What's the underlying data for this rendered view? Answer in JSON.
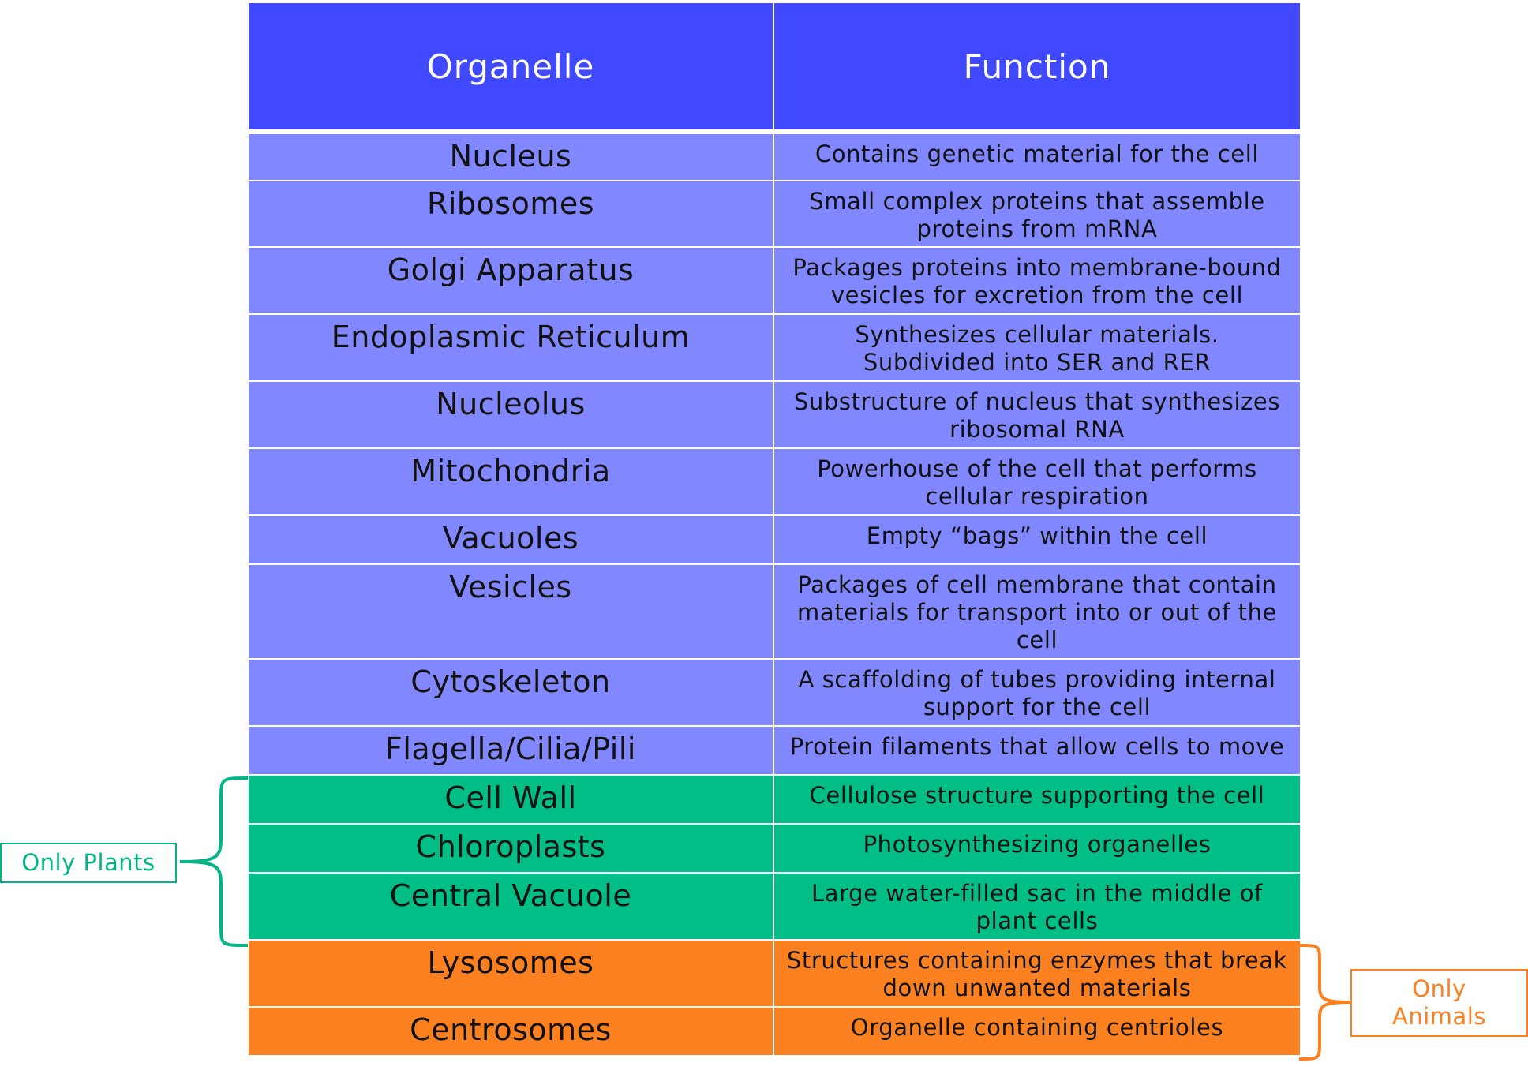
{
  "table": {
    "headers": {
      "organelle": "Organelle",
      "function": "Function"
    },
    "rows": [
      {
        "organelle": "Nucleus",
        "function": "Contains genetic material for the cell",
        "group": "general"
      },
      {
        "organelle": "Ribosomes",
        "function": "Small complex proteins that assemble proteins from mRNA",
        "group": "general"
      },
      {
        "organelle": "Golgi Apparatus",
        "function": "Packages proteins into membrane-bound vesicles for excretion from the cell",
        "group": "general"
      },
      {
        "organelle": "Endoplasmic Reticulum",
        "function": "Synthesizes cellular materials. Subdivided into SER and RER",
        "group": "general"
      },
      {
        "organelle": "Nucleolus",
        "function": "Substructure of nucleus that synthesizes ribosomal RNA",
        "group": "general"
      },
      {
        "organelle": "Mitochondria",
        "function": "Powerhouse of the cell that performs cellular respiration",
        "group": "general"
      },
      {
        "organelle": "Vacuoles",
        "function": "Empty “bags” within the cell",
        "group": "general"
      },
      {
        "organelle": "Vesicles",
        "function": "Packages of cell membrane that contain materials for transport into or out of the cell",
        "group": "general"
      },
      {
        "organelle": "Cytoskeleton",
        "function": "A scaffolding of tubes providing internal support for the cell",
        "group": "general"
      },
      {
        "organelle": "Flagella/Cilia/Pili",
        "function": "Protein filaments that allow cells to move",
        "group": "general"
      },
      {
        "organelle": "Cell Wall",
        "function": "Cellulose structure supporting the cell",
        "group": "plant"
      },
      {
        "organelle": "Chloroplasts",
        "function": "Photosynthesizing organelles",
        "group": "plant"
      },
      {
        "organelle": "Central Vacuole",
        "function": "Large water-filled sac in the middle of plant cells",
        "group": "plant"
      },
      {
        "organelle": "Lysosomes",
        "function": "Structures containing enzymes that break down unwanted materials",
        "group": "animal"
      },
      {
        "organelle": "Centrosomes",
        "function": "Organelle containing centrioles",
        "group": "animal"
      }
    ]
  },
  "labels": {
    "plants": "Only Plants",
    "animals_line1": "Only",
    "animals_line2": "Animals"
  },
  "colors": {
    "header": "#4149ff",
    "general": "#8188ff",
    "plant": "#00be86",
    "animal": "#fb8020"
  }
}
